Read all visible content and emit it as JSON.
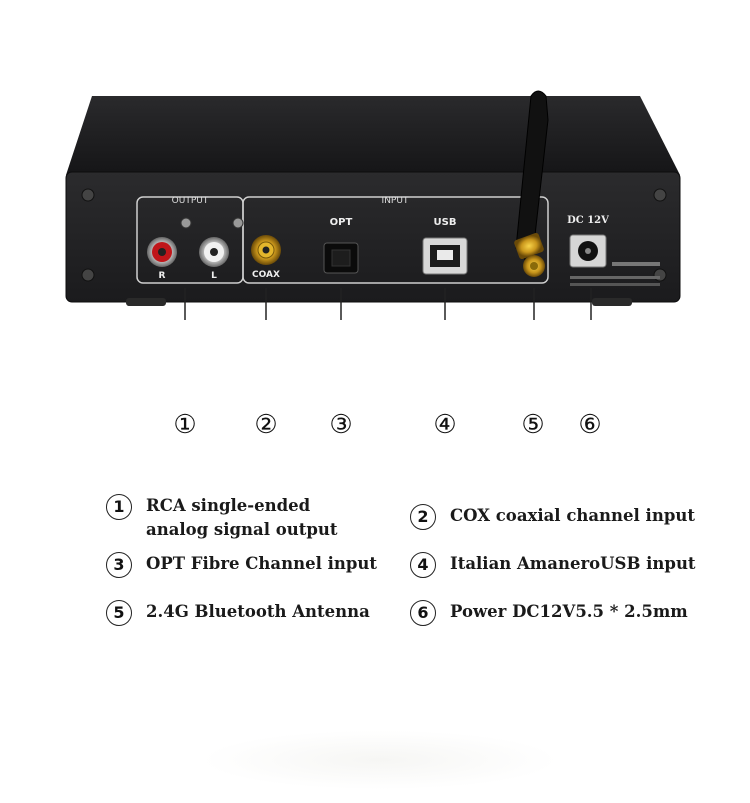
{
  "device": {
    "panel_labels": {
      "output": "OUTPUT",
      "input": "INPUT",
      "opt": "OPT",
      "usb": "USB",
      "dc": "DC 12V",
      "coax": "COAX",
      "r": "R",
      "l": "L"
    }
  },
  "callouts": [
    "①",
    "②",
    "③",
    "④",
    "⑤",
    "⑥"
  ],
  "legend": [
    {
      "num": "1",
      "text": "RCA single-ended analog signal output"
    },
    {
      "num": "2",
      "text": "COX coaxial channel input"
    },
    {
      "num": "3",
      "text": "OPT Fibre Channel input"
    },
    {
      "num": "4",
      "text": "Italian AmaneroUSB input"
    },
    {
      "num": "5",
      "text": "2.4G Bluetooth Antenna"
    },
    {
      "num": "6",
      "text": "Power DC12V5.5 * 2.5mm"
    }
  ],
  "colors": {
    "chassis": "#1c1c1e",
    "panel": "#232325",
    "text": "#1a1a1a"
  }
}
